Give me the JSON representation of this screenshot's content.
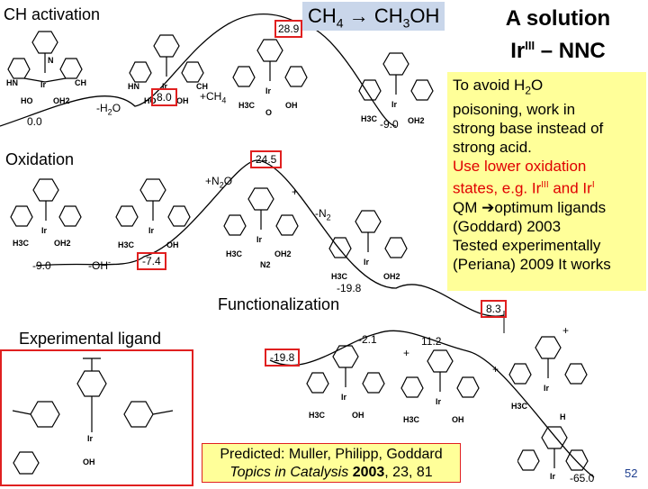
{
  "headings": {
    "ch_activation": "CH activation",
    "oxidation": "Oxidation",
    "functionalization": "Functionalization",
    "experimental_ligand": "Experimental ligand"
  },
  "reaction": {
    "reactant": "CH",
    "reactant_sub": "4",
    "arrow": "→",
    "product": "CH",
    "product_sub": "3",
    "product_tail": "OH"
  },
  "solution": {
    "line1": "A solution",
    "line2_a": "Ir",
    "line2_sup": "III",
    "line2_b": " – NNC"
  },
  "notes": {
    "l1a": "To avoid H",
    "l1sub": "2",
    "l1b": "O",
    "l2": "poisoning, work in",
    "l3": "strong base instead of",
    "l4": "strong acid.",
    "l5": "Use lower oxidation",
    "l6a": "states, e.g. Ir",
    "l6sup1": "III",
    "l6b": " and Ir",
    "l6sup2": "I",
    "l7a": "QM ",
    "l7arrow": "➔",
    "l7b": "optimum ligands",
    "l8": "(Goddard) 2003",
    "l9": "Tested experimentally",
    "l10": "(Periana) 2009 It works"
  },
  "energies": {
    "e_0": "0.0",
    "e_8": "8.0",
    "e_28": "28.9",
    "e_m9a": "-9.0",
    "e_24": "24.5",
    "e_m9b": "-9.0",
    "e_m74": "-7.4",
    "e_m198a": "-19.8",
    "e_83": "8.3",
    "e_m198b": "-19.8",
    "e_m21": "-2.1",
    "e_112": "11.2",
    "e_m65": "-65.0"
  },
  "steps": {
    "mh2o_a": "-H",
    "mh2o_sub": "2",
    "mh2o_b": "O",
    "pch4_a": "+CH",
    "pch4_sub": "4",
    "pn2o_a": "+N",
    "pn2o_sub": "2",
    "pn2o_b": "O",
    "mn2_a": "-N",
    "mn2_sub": "2",
    "moh_a": "-OH",
    "moh_sup": "-"
  },
  "prediction": {
    "line1": "Predicted: Muller, Philipp, Goddard",
    "journal": "Topics in Catalysis",
    "year": "2003",
    "vol": ", 23, 81"
  },
  "page_number": "52",
  "structure_labels": {
    "ir": "Ir",
    "hn": "HN",
    "ch": "CH",
    "n": "N",
    "ho": "HO",
    "oh": "OH",
    "oh2": "OH2",
    "h3c": "H3C",
    "o": "O",
    "h": "H",
    "n2": "N2",
    "plus": "+"
  }
}
